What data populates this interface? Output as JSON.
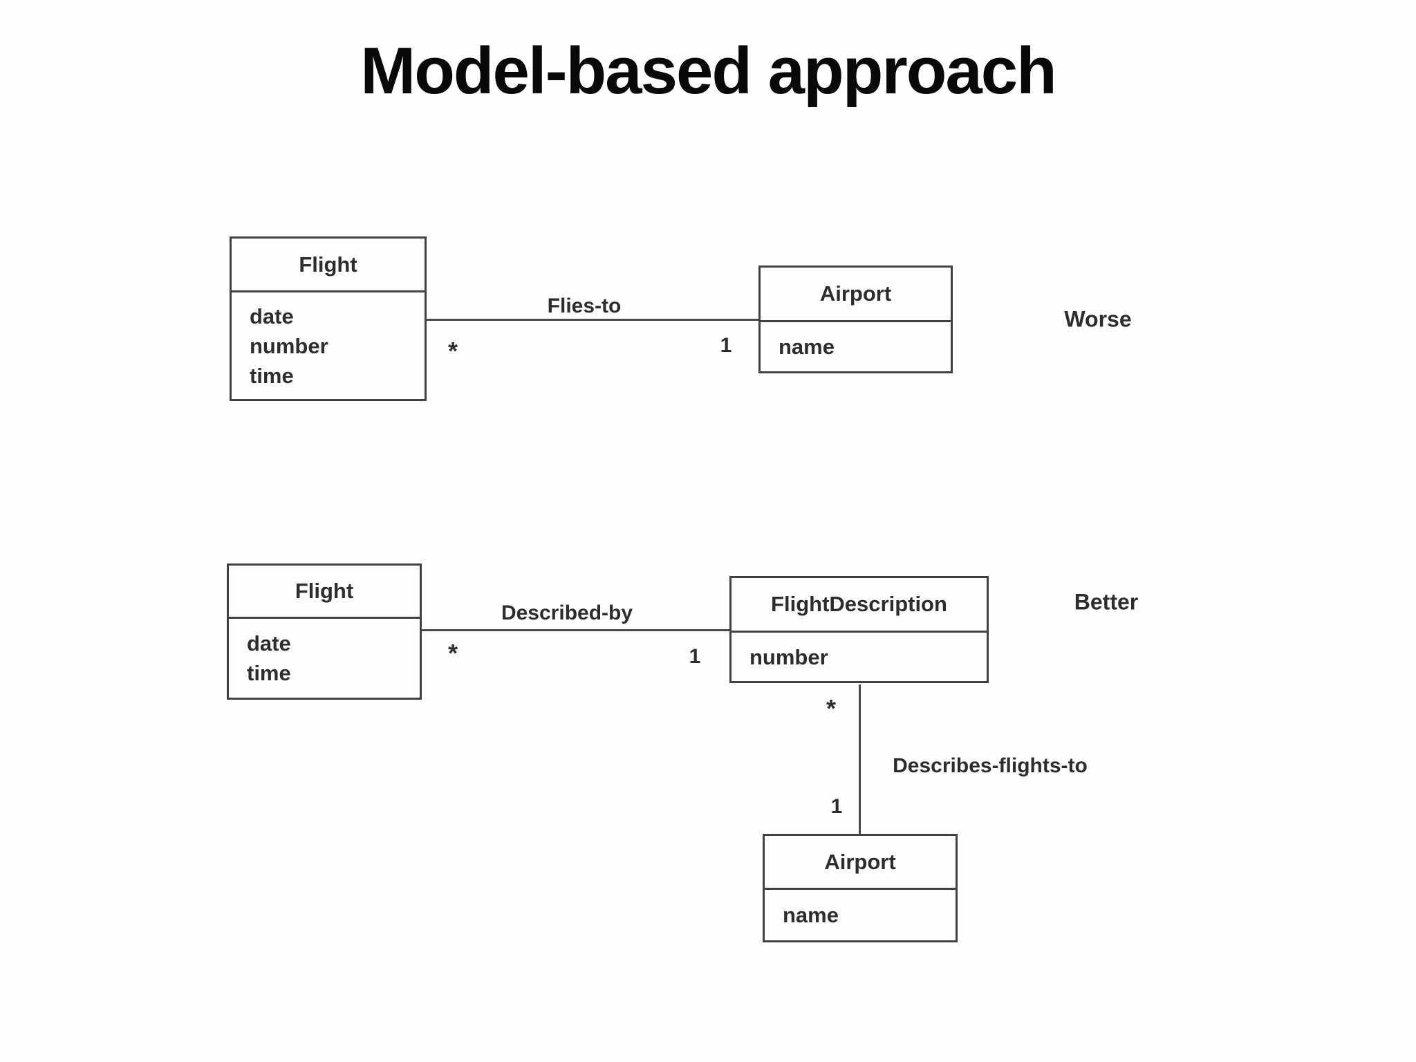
{
  "slide": {
    "title": "Model-based approach"
  },
  "worse": {
    "caption": "Worse",
    "flight": {
      "title": "Flight",
      "attributes": [
        "date",
        "number",
        "time"
      ]
    },
    "airport": {
      "title": "Airport",
      "attributes": [
        "name"
      ]
    },
    "flies_to": {
      "label": "Flies-to",
      "source_multiplicity": "*",
      "target_multiplicity": "1"
    }
  },
  "better": {
    "caption": "Better",
    "flight": {
      "title": "Flight",
      "attributes": [
        "date",
        "time"
      ]
    },
    "flight_description": {
      "title": "FlightDescription",
      "attributes": [
        "number"
      ]
    },
    "airport": {
      "title": "Airport",
      "attributes": [
        "name"
      ]
    },
    "described_by": {
      "label": "Described-by",
      "source_multiplicity": "*",
      "target_multiplicity": "1"
    },
    "describes_flights_to": {
      "label": "Describes-flights-to",
      "source_multiplicity": "*",
      "target_multiplicity": "1"
    }
  }
}
